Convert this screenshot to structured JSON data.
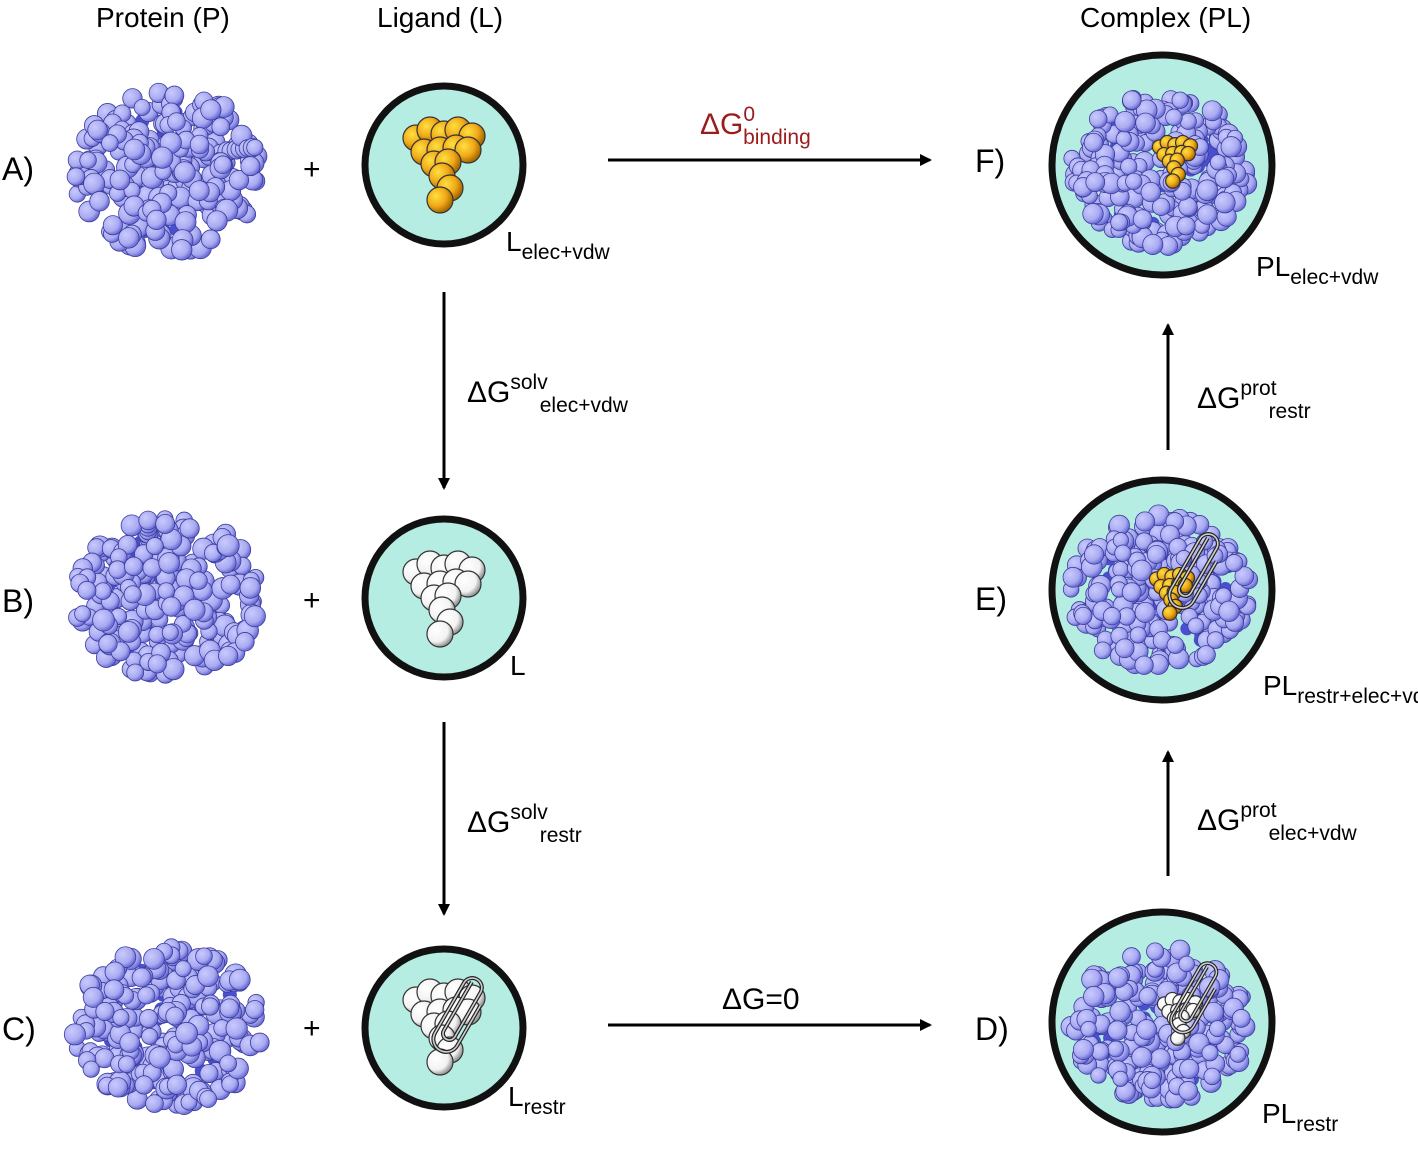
{
  "headers": {
    "protein": "Protein (P)",
    "ligand": "Ligand (L)",
    "complex": "Complex (PL)"
  },
  "rows": {
    "a": "A)",
    "b": "B)",
    "c": "C)",
    "d": "D)",
    "e": "E)",
    "f": "F)"
  },
  "plus": "+",
  "state_labels": {
    "l_elec_vdw": {
      "main": "L",
      "sub": "elec+vdw"
    },
    "l": {
      "main": "L"
    },
    "l_restr": {
      "main": "L",
      "sub": "restr"
    },
    "pl_elec_vdw": {
      "main": "PL",
      "sub": "elec+vdw"
    },
    "pl_restr_elec_vdw": {
      "main": "PL",
      "sub": "restr+elec+vdw"
    },
    "pl_restr": {
      "main": "PL",
      "sub": "restr"
    }
  },
  "energies": {
    "binding": {
      "main": "ΔG",
      "sup": "0",
      "sub": "binding"
    },
    "solv_elec_vdw": {
      "main": "ΔG",
      "sup": "solv",
      "sub": "elec+vdw"
    },
    "solv_restr": {
      "main": "ΔG",
      "sup": "solv",
      "sub": "restr"
    },
    "zero": {
      "main": "ΔG=0"
    },
    "prot_elec_vdw": {
      "main": "ΔG",
      "sup": "prot",
      "sub": "elec+vdw"
    },
    "prot_restr": {
      "main": "ΔG",
      "sup": "prot",
      "sub": "restr"
    }
  },
  "colors": {
    "protein": "#a9aaf0",
    "protein_dark": "#4a4fd0",
    "solvent": "#b5ede3",
    "ligand_charged": "#f0a818",
    "ligand_charged_hi": "#ffe040",
    "ligand_neutral": "#ffffff",
    "binding_label": "#9b1c1c"
  },
  "icons": {
    "protein": "protein-spacefill-icon",
    "ligand": "ligand-spheres-icon",
    "restraint": "paperclip-restraint-icon",
    "solvent": "solvent-box-icon"
  }
}
